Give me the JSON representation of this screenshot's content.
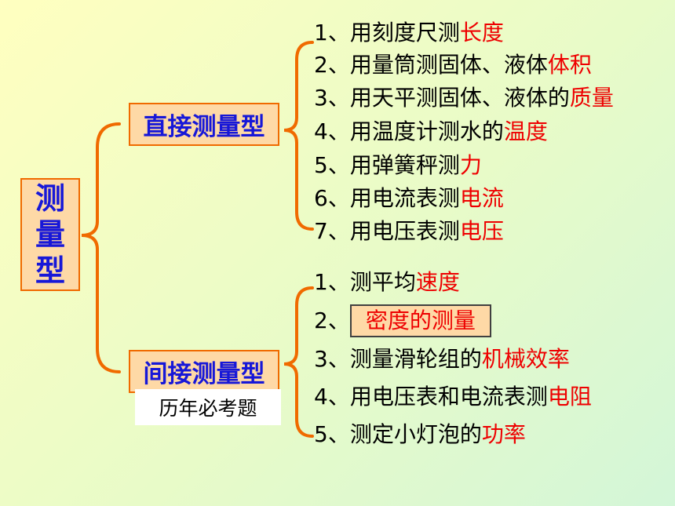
{
  "root": {
    "chars": [
      "测",
      "量",
      "型"
    ]
  },
  "branches": [
    {
      "label": "直接测量型",
      "items": [
        {
          "prefix": "1、用刻度尺测",
          "highlight": "长度"
        },
        {
          "prefix": "2、用量筒测固体、液体",
          "highlight": "体积"
        },
        {
          "prefix": "3、用天平测固体、液体的",
          "highlight": "质量"
        },
        {
          "prefix": "4、用温度计测水的",
          "highlight": "温度"
        },
        {
          "prefix": "5、用弹簧秤测",
          "highlight": "力"
        },
        {
          "prefix": "6、用电流表测",
          "highlight": "电流"
        },
        {
          "prefix": "7、用电压表测",
          "highlight": "电压"
        }
      ]
    },
    {
      "label": "间接测量型",
      "note": "历年必考题",
      "items": [
        {
          "prefix": "1、测平均",
          "highlight": "速度"
        },
        {
          "prefix": "2、",
          "highlight": "密度的测量",
          "framed": true
        },
        {
          "prefix": "3、测量滑轮组的",
          "highlight": "机械效率"
        },
        {
          "prefix": "4、用电压表和电流表测",
          "highlight": "电阻"
        },
        {
          "prefix": "5、测定小灯泡的",
          "highlight": "功率"
        }
      ]
    }
  ],
  "colors": {
    "box_fill": "#fed9a6",
    "box_border": "#f06a00",
    "box_text": "#1717d8",
    "highlight": "#ee0000",
    "bracket": "#f06a00"
  }
}
